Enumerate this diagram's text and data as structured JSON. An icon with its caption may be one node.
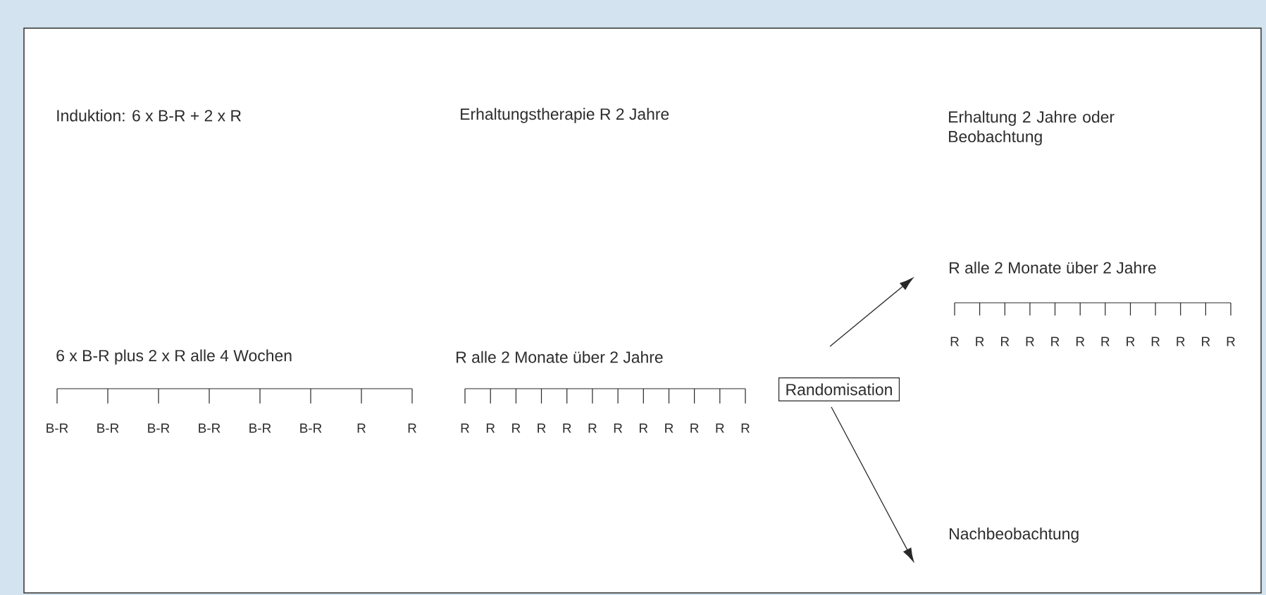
{
  "diagram": {
    "nodes": [
      {
        "text": [
          "Randomisation"
        ]
      },
      {
        "text": [
          "R alle 2 Monate über 2 Jahre"
        ]
      },
      {
        "text": [
          "Nachbeobachtung"
        ]
      }
    ],
    "edges": [
      {
        "from": 0,
        "to": 1,
        "arrow": "to"
      },
      {
        "from": 0,
        "to": 2,
        "arrow": "to"
      }
    ],
    "labels": [
      "Induktion: 6 x B-R + 2 x R",
      "Erhaltungstherapie R 2 Jahre",
      "Erhaltung 2 Jahre oder Beobachtung",
      "R",
      "R",
      "R",
      "R",
      "R",
      "R",
      "R",
      "R",
      "R",
      "R",
      "R",
      "R",
      "6 x B-R plus 2 x R alle 4 Wochen",
      "R alle 2 Monate über 2 Jahre",
      "B-R",
      "B-R",
      "B-R",
      "B-R",
      "B-R",
      "B-R",
      "R",
      "R",
      "R",
      "R",
      "R",
      "R",
      "R",
      "R",
      "R",
      "R",
      "R",
      "R",
      "R",
      "R"
    ]
  }
}
